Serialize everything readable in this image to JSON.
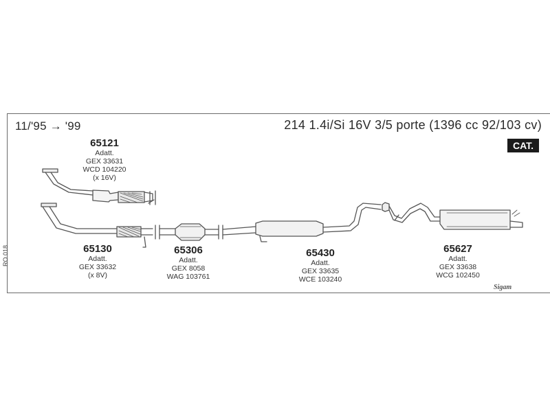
{
  "header": {
    "date_range": "11/'95 → '99",
    "model_title": "214 1.4i/Si 16V 3/5 porte (1396 cc 92/103 cv)",
    "badge": "CAT."
  },
  "parts": [
    {
      "code": "65121",
      "lines": [
        "Adatt.",
        "GEX 33631",
        "WCD 104220",
        "(x 16V)"
      ]
    },
    {
      "code": "65130",
      "lines": [
        "Adatt.",
        "GEX 33632",
        "(x 8V)"
      ]
    },
    {
      "code": "65306",
      "lines": [
        "Adatt.",
        "GEX 8058",
        "WAG 103761"
      ]
    },
    {
      "code": "65430",
      "lines": [
        "Adatt.",
        "GEX 33635",
        "WCE 103240"
      ]
    },
    {
      "code": "65627",
      "lines": [
        "Adatt.",
        "GEX 33638",
        "WCG 102450"
      ]
    }
  ],
  "footer": {
    "ref_code": "RO 018",
    "brand": "Sigam"
  },
  "colors": {
    "line": "#555555",
    "badge_bg": "#1b1b1b",
    "badge_text": "#ffffff"
  }
}
